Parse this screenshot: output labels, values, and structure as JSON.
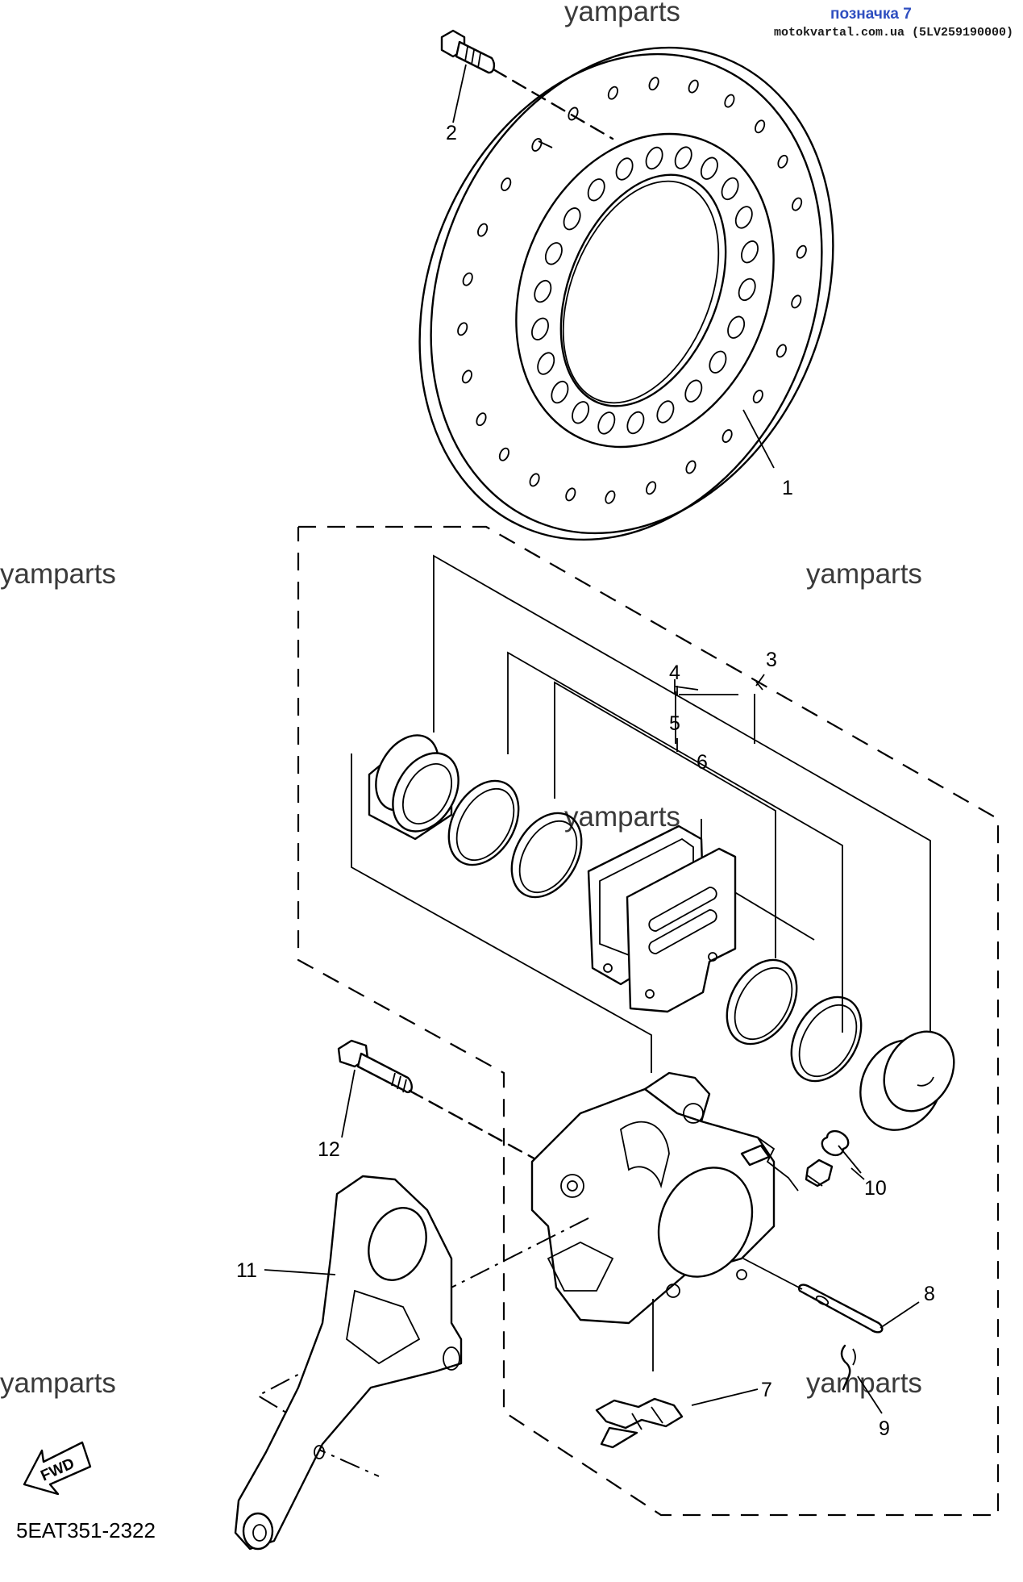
{
  "header": {
    "label": "позначка 7",
    "site": "motokvartal.com.ua (5LV259190000)"
  },
  "watermark": "yamparts",
  "parts": [
    {
      "id": "1",
      "icon": "brake-disc-icon"
    },
    {
      "id": "2",
      "icon": "disc-bolt-icon"
    },
    {
      "id": "3",
      "icon": "caliper-seal-kit-icon"
    },
    {
      "id": "4",
      "icon": "piston-seal-icon"
    },
    {
      "id": "5",
      "icon": "dust-seal-icon"
    },
    {
      "id": "6",
      "icon": "brake-pad-kit-icon"
    },
    {
      "id": "7",
      "icon": "pad-support-icon"
    },
    {
      "id": "8",
      "icon": "pad-pin-icon"
    },
    {
      "id": "9",
      "icon": "clip-icon"
    },
    {
      "id": "10",
      "icon": "bleed-screw-icon"
    },
    {
      "id": "11",
      "icon": "caliper-bracket-icon"
    },
    {
      "id": "12",
      "icon": "caliper-bolt-icon"
    }
  ],
  "fwd_label": "FWD",
  "diagram_code": "5EAT351-2322"
}
